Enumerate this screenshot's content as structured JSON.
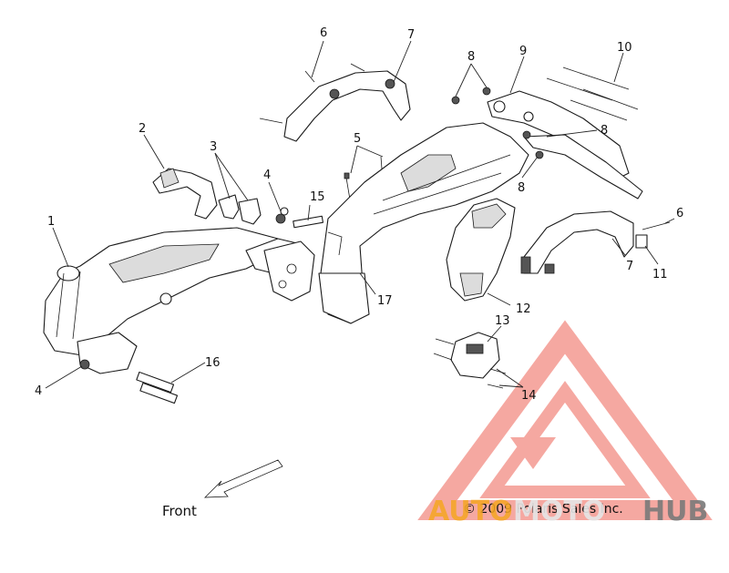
{
  "diagram": {
    "callouts": [
      "1",
      "2",
      "3",
      "4",
      "4",
      "5",
      "6",
      "6",
      "7",
      "7",
      "8",
      "8",
      "8",
      "9",
      "10",
      "11",
      "12",
      "13",
      "14",
      "15",
      "16",
      "17"
    ],
    "front_label": "Front",
    "copyright": "© 2009 Polaris Sales Inc."
  },
  "watermark": {
    "text_a": "AUTO",
    "text_b": "MOTO",
    "text_c": "HUB",
    "color_a": "#f5a623",
    "color_b": "#e8e8e8",
    "color_c": "#7a7a7a",
    "triangle_color": "#f08080"
  }
}
